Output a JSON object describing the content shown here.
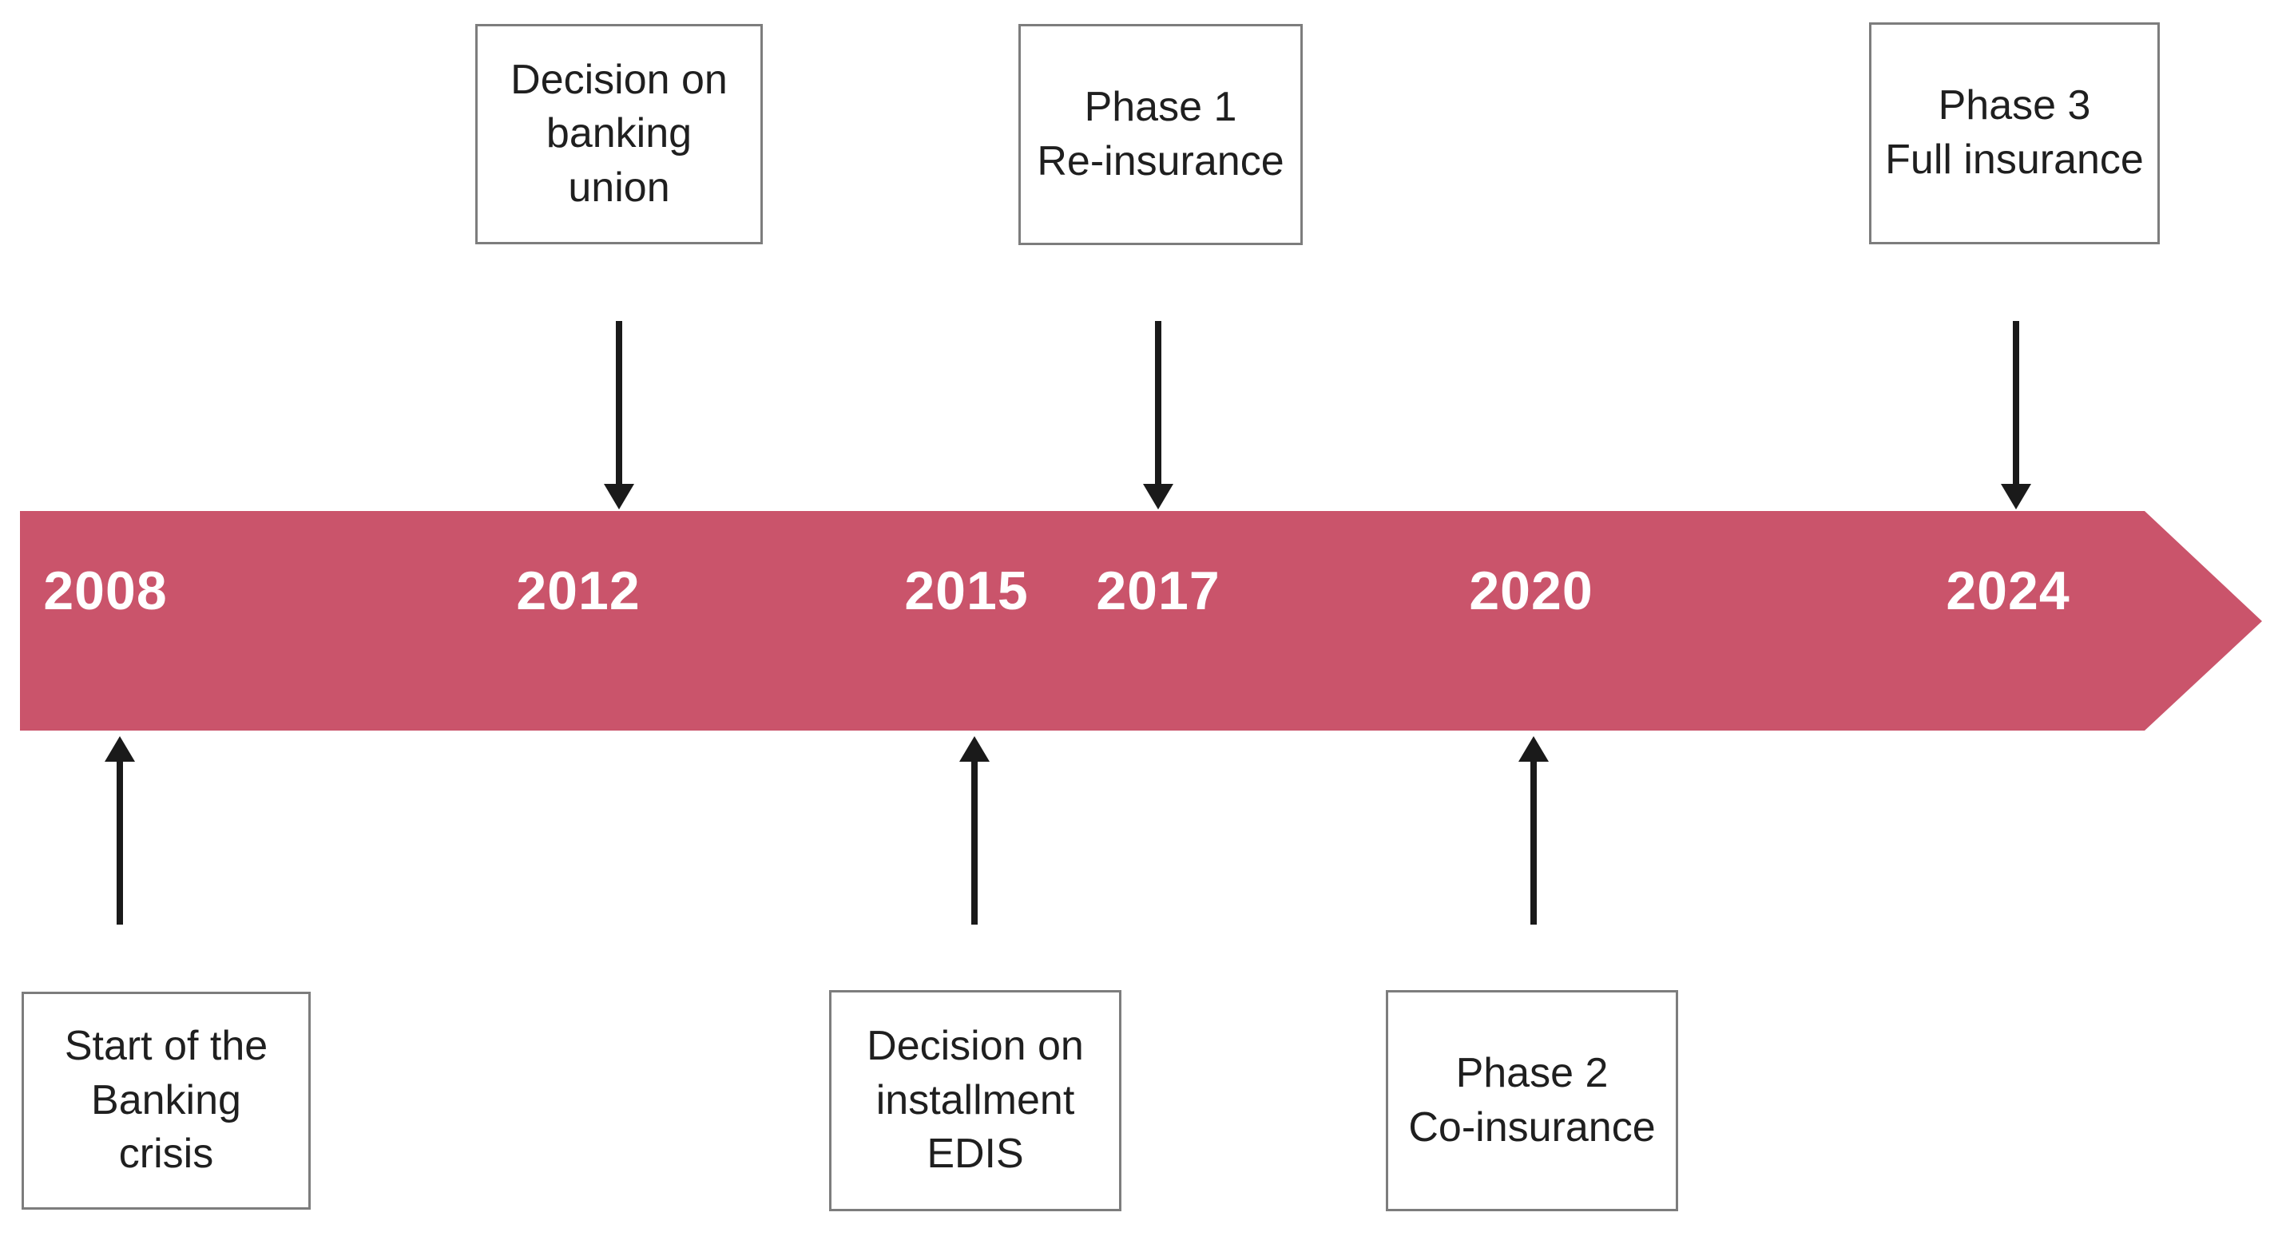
{
  "timeline": {
    "years": [
      "2008",
      "2012",
      "2015",
      "2017",
      "2020",
      "2024"
    ],
    "bar_color": "#ca546b",
    "year_text_color": "#ffffff"
  },
  "events_top": [
    {
      "text": "Decision on\nbanking\nunion",
      "year": "2012"
    },
    {
      "text": "Phase 1\nRe-insurance",
      "year": "2017"
    },
    {
      "text": "Phase 3\nFull insurance",
      "year": "2024"
    }
  ],
  "events_bottom": [
    {
      "text": "Start of the\nBanking\ncrisis",
      "year": "2008"
    },
    {
      "text": "Decision on\ninstallment\nEDIS",
      "year": "2015"
    },
    {
      "text": "Phase 2\nCo-insurance",
      "year": "2020"
    }
  ],
  "colors": {
    "arrow": "#1a1a1a",
    "box_border": "#7d7d7d",
    "box_background": "#ffffff",
    "page_background": "#ffffff"
  }
}
